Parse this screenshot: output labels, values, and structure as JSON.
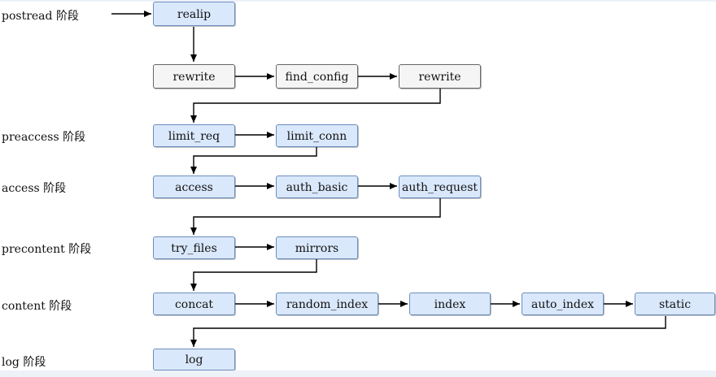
{
  "stages": {
    "postread": "postread 阶段",
    "preaccess": "preaccess 阶段",
    "access": "access 阶段",
    "precontent": "precontent 阶段",
    "content": "content 阶段",
    "log": "log 阶段"
  },
  "nodes": {
    "realip": "realip",
    "rewrite1": "rewrite",
    "find_config": "find_config",
    "rewrite2": "rewrite",
    "limit_req": "limit_req",
    "limit_conn": "limit_conn",
    "access": "access",
    "auth_basic": "auth_basic",
    "auth_request": "auth_request",
    "try_files": "try_files",
    "mirrors": "mirrors",
    "concat": "concat",
    "random_index": "random_index",
    "index": "index",
    "auto_index": "auto_index",
    "static": "static",
    "log": "log"
  },
  "colors": {
    "module_fill": "#dae8fc",
    "module_stroke": "#6c8ebf",
    "internal_fill": "#f5f5f5",
    "internal_stroke": "#666666",
    "edge": "#000000"
  }
}
